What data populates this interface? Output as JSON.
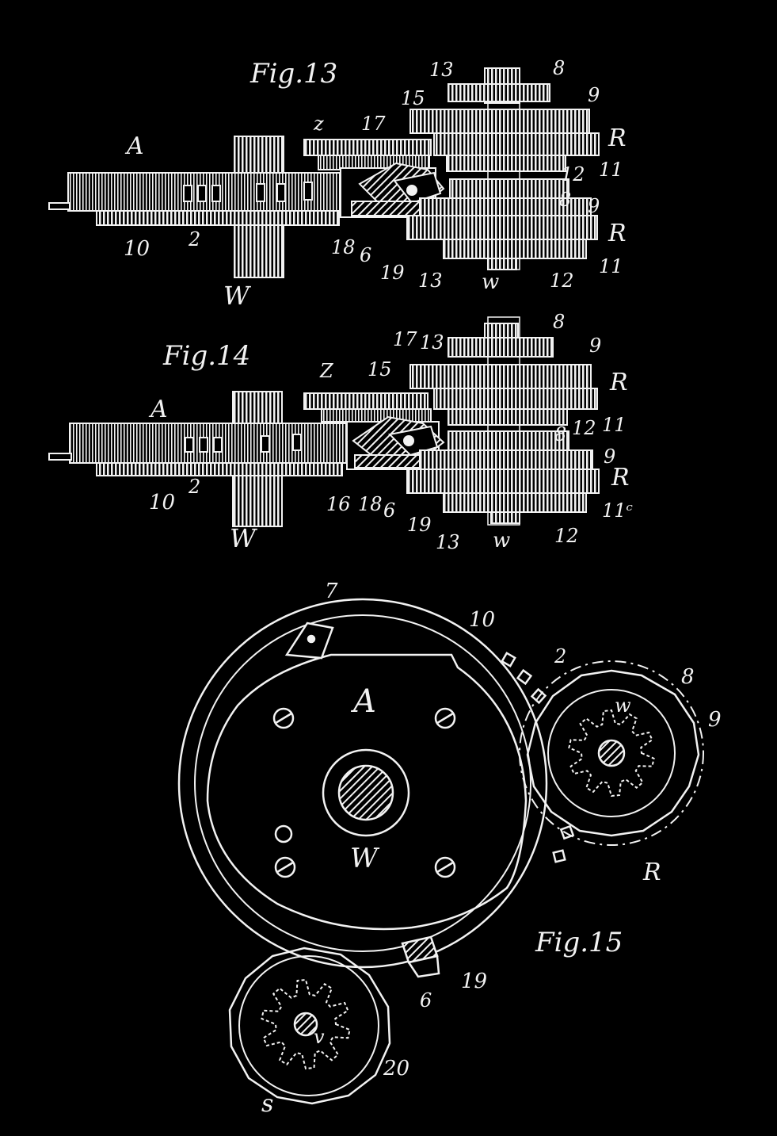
{
  "colors": {
    "background": "#000000",
    "ink": "#f2f2f2"
  },
  "fig13": {
    "title": "Fig.13",
    "labels": {
      "A": "A",
      "z": "z",
      "n17": "17",
      "n15": "15",
      "n13_top": "13",
      "n8_top": "8",
      "n9_top": "9",
      "R_top": "R",
      "n12_top": "12",
      "n11_top": "11",
      "n8_mid": "8",
      "n9_low": "9",
      "R_low": "R",
      "n11_low": "11",
      "n12_low": "12",
      "w": "w",
      "n13_low": "13",
      "n19": "19",
      "n6": "6",
      "n18": "18",
      "W": "W",
      "n2": "2",
      "n10": "10"
    }
  },
  "fig14": {
    "title": "Fig.14",
    "labels": {
      "A": "A",
      "z": "Z",
      "n15": "15",
      "n17": "17",
      "n13_top": "13",
      "n8_top": "8",
      "n9_top": "9",
      "R_top": "R",
      "n12_top": "12",
      "n11_top": "11",
      "n8_mid": "8",
      "n9_low": "9",
      "R_low": "R",
      "n11_low": "11ᶜ",
      "n12_low": "12",
      "w": "w",
      "n13_low": "13",
      "n19": "19",
      "n6": "6",
      "n18": "18",
      "n16": "16",
      "W": "W",
      "n2": "2",
      "n10": "10"
    }
  },
  "fig15": {
    "title": "Fig.15",
    "labels": {
      "n7": "7",
      "n10": "10",
      "n2": "2",
      "A": "A",
      "n8": "8",
      "w": "w",
      "n9": "9",
      "R": "R",
      "W": "W",
      "n19": "19",
      "n6": "6",
      "v": "v",
      "n20": "20",
      "s": "s"
    }
  }
}
